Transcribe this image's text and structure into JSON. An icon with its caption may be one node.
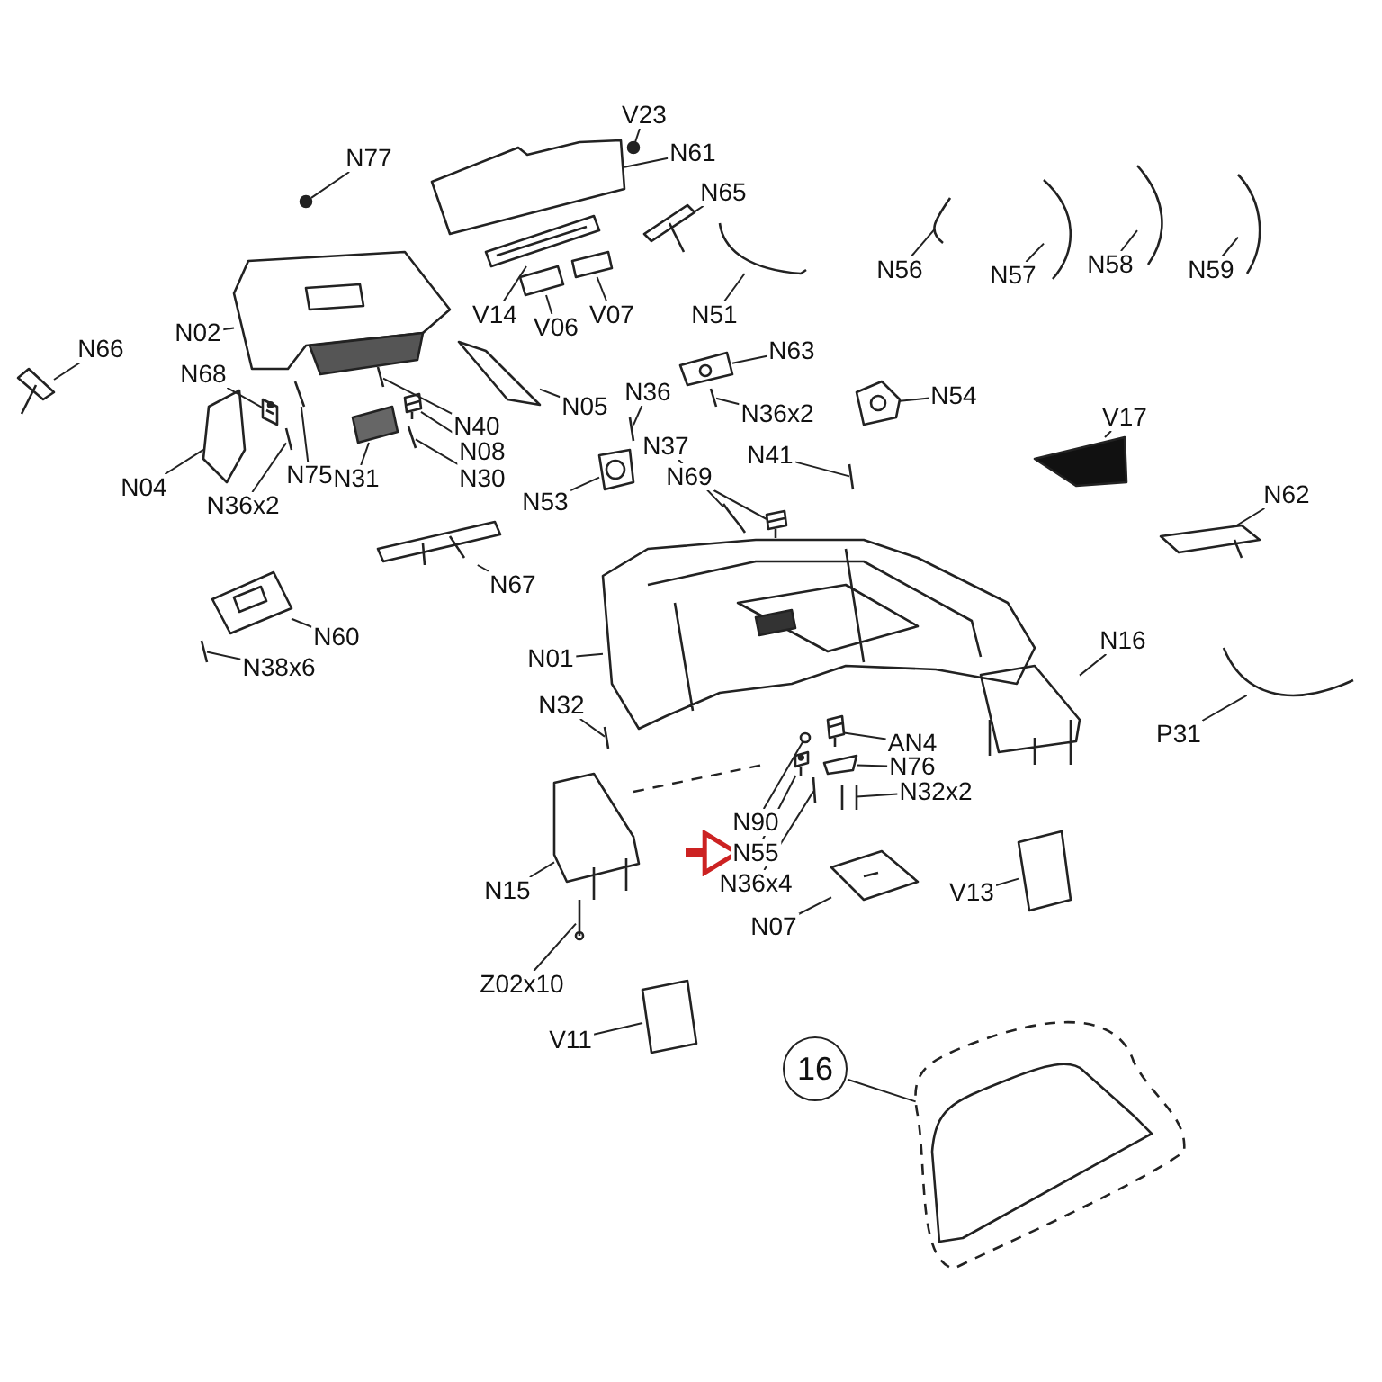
{
  "diagram": {
    "nodes": [
      {
        "text": [
          "V23"
        ]
      },
      {
        "text": [
          "N61"
        ]
      },
      {
        "text": [
          "N77"
        ]
      },
      {
        "text": [
          "N65"
        ]
      },
      {
        "text": [
          "N56"
        ]
      },
      {
        "text": [
          "N57"
        ]
      },
      {
        "text": [
          "N58"
        ]
      },
      {
        "text": [
          "N59"
        ]
      },
      {
        "text": [
          "N51"
        ]
      },
      {
        "text": [
          "V14"
        ]
      },
      {
        "text": [
          "V06"
        ]
      },
      {
        "text": [
          "V07"
        ]
      },
      {
        "text": [
          "N02"
        ]
      },
      {
        "text": [
          "N66"
        ]
      },
      {
        "text": [
          "N63"
        ]
      },
      {
        "text": [
          "N68"
        ]
      },
      {
        "text": [
          "N54"
        ]
      },
      {
        "text": [
          "N05"
        ]
      },
      {
        "text": [
          "N36x2"
        ]
      },
      {
        "text": [
          "N36"
        ]
      },
      {
        "text": [
          "V17"
        ]
      },
      {
        "text": [
          "N40"
        ]
      },
      {
        "text": [
          "N37"
        ]
      },
      {
        "text": [
          "N08"
        ]
      },
      {
        "text": [
          "N41"
        ]
      },
      {
        "text": [
          "N69"
        ]
      },
      {
        "text": [
          "N31"
        ]
      },
      {
        "text": [
          "N75"
        ]
      },
      {
        "text": [
          "N30"
        ]
      },
      {
        "text": [
          "N04"
        ]
      },
      {
        "text": [
          "N62"
        ]
      },
      {
        "text": [
          "N53"
        ]
      },
      {
        "text": [
          "N36x2"
        ]
      },
      {
        "text": [
          "N67"
        ]
      },
      {
        "text": [
          "N60"
        ]
      },
      {
        "text": [
          "N16"
        ]
      },
      {
        "text": [
          "N38x6"
        ]
      },
      {
        "text": [
          "N01"
        ]
      },
      {
        "text": [
          "N32"
        ]
      },
      {
        "text": [
          "P31"
        ]
      },
      {
        "text": [
          "AN4"
        ]
      },
      {
        "text": [
          "N76"
        ]
      },
      {
        "text": [
          "N32x2"
        ]
      },
      {
        "text": [
          "N90"
        ]
      },
      {
        "text": [
          "N55"
        ]
      },
      {
        "text": [
          "N36x4"
        ]
      },
      {
        "text": [
          "N15"
        ]
      },
      {
        "text": [
          "V13"
        ]
      },
      {
        "text": [
          "N07"
        ]
      },
      {
        "text": [
          "Z02x10"
        ]
      },
      {
        "text": [
          "V11"
        ]
      },
      {
        "text": [
          "16"
        ]
      },
      {
        "text": [],
        "shape": "picture"
      },
      {
        "text": [],
        "shape": "picture"
      },
      {
        "text": [],
        "shape": "picture"
      },
      {
        "text": [],
        "shape": "picture"
      },
      {
        "text": [],
        "shape": "picture"
      },
      {
        "text": [],
        "shape": "picture"
      },
      {
        "text": [],
        "shape": "picture"
      },
      {
        "text": [],
        "shape": "picture"
      },
      {
        "text": [],
        "shape": "picture"
      },
      {
        "text": [],
        "shape": "picture"
      },
      {
        "text": [],
        "shape": "picture"
      },
      {
        "text": [],
        "shape": "picture"
      },
      {
        "text": [],
        "shape": "picture"
      },
      {
        "text": [],
        "shape": "picture"
      },
      {
        "text": [],
        "shape": "picture"
      },
      {
        "text": [],
        "shape": "picture"
      },
      {
        "text": [],
        "shape": "picture"
      },
      {
        "text": [],
        "shape": "picture"
      },
      {
        "text": [],
        "shape": "picture"
      },
      {
        "text": [],
        "shape": "picture"
      },
      {
        "text": [],
        "shape": "picture"
      },
      {
        "text": [],
        "shape": "picture"
      },
      {
        "text": [],
        "shape": "picture"
      },
      {
        "text": [],
        "shape": "picture"
      },
      {
        "text": [],
        "shape": "picture"
      },
      {
        "text": [],
        "shape": "picture"
      },
      {
        "text": [],
        "shape": "picture"
      },
      {
        "text": [],
        "shape": "picture"
      },
      {
        "text": [],
        "shape": "picture"
      },
      {
        "text": [],
        "shape": "picture"
      },
      {
        "text": [],
        "shape": "picture"
      },
      {
        "text": [],
        "shape": "picture"
      },
      {
        "text": [],
        "shape": "picture"
      },
      {
        "text": [],
        "shape": "picture"
      },
      {
        "text": [],
        "shape": "picture"
      },
      {
        "text": [],
        "shape": "picture"
      },
      {
        "text": [],
        "shape": "picture"
      },
      {
        "text": [],
        "shape": "picture"
      },
      {
        "text": [],
        "shape": "picture"
      },
      {
        "text": [],
        "shape": "picture"
      },
      {
        "text": [],
        "shape": "picture"
      },
      {
        "text": [],
        "shape": "picture"
      },
      {
        "text": [],
        "shape": "picture"
      },
      {
        "text": [],
        "shape": "picture"
      },
      {
        "text": [],
        "shape": "picture"
      },
      {
        "text": [],
        "shape": "picture"
      },
      {
        "text": [],
        "shape": "picture"
      },
      {
        "text": [],
        "shape": "picture"
      },
      {
        "text": [],
        "shape": "picture"
      },
      {
        "text": [],
        "shape": "picture"
      },
      {
        "text": [],
        "shape": "picture"
      },
      {
        "text": [],
        "shape": "picture"
      }
    ],
    "edges": [
      {
        "from": 0,
        "to": 52,
        "arrow": "none"
      },
      {
        "from": 1,
        "to": 53,
        "arrow": "none"
      },
      {
        "from": 2,
        "to": 54,
        "arrow": "none"
      },
      {
        "from": 3,
        "to": 55,
        "arrow": "none"
      },
      {
        "from": 4,
        "to": 56,
        "arrow": "none"
      },
      {
        "from": 5,
        "to": 57,
        "arrow": "none"
      },
      {
        "from": 6,
        "to": 58,
        "arrow": "none"
      },
      {
        "from": 7,
        "to": 59,
        "arrow": "none"
      },
      {
        "from": 8,
        "to": 60,
        "arrow": "none"
      },
      {
        "from": 9,
        "to": 61,
        "arrow": "none"
      },
      {
        "from": 10,
        "to": 62,
        "arrow": "none"
      },
      {
        "from": 11,
        "to": 63,
        "arrow": "none"
      },
      {
        "from": 12,
        "to": 64,
        "arrow": "none"
      },
      {
        "from": 13,
        "to": 65,
        "arrow": "none"
      },
      {
        "from": 14,
        "to": 66,
        "arrow": "none"
      },
      {
        "from": 15,
        "to": 67,
        "arrow": "none"
      },
      {
        "from": 16,
        "to": 68,
        "arrow": "none"
      },
      {
        "from": 17,
        "to": 69,
        "arrow": "none"
      },
      {
        "from": 18,
        "to": 70,
        "arrow": "none"
      },
      {
        "from": 19,
        "to": 71,
        "arrow": "none"
      },
      {
        "from": 20,
        "to": 72,
        "arrow": "none"
      },
      {
        "from": 21,
        "to": 73,
        "arrow": "none"
      },
      {
        "from": 22,
        "to": 74,
        "arrow": "none"
      },
      {
        "from": 23,
        "to": 75,
        "arrow": "none"
      },
      {
        "from": 24,
        "to": 76,
        "arrow": "none"
      },
      {
        "from": 25,
        "to": 77,
        "arrow": "none"
      },
      {
        "from": 26,
        "to": 78,
        "arrow": "none"
      },
      {
        "from": 27,
        "to": 79,
        "arrow": "none"
      },
      {
        "from": 28,
        "to": 80,
        "arrow": "none"
      },
      {
        "from": 29,
        "to": 81,
        "arrow": "none"
      },
      {
        "from": 30,
        "to": 82,
        "arrow": "none"
      },
      {
        "from": 31,
        "to": 83,
        "arrow": "none"
      },
      {
        "from": 32,
        "to": 84,
        "arrow": "none"
      },
      {
        "from": 33,
        "to": 85,
        "arrow": "none"
      },
      {
        "from": 34,
        "to": 86,
        "arrow": "none"
      },
      {
        "from": 35,
        "to": 87,
        "arrow": "none"
      },
      {
        "from": 36,
        "to": 88,
        "arrow": "none"
      },
      {
        "from": 37,
        "to": 89,
        "arrow": "none"
      },
      {
        "from": 38,
        "to": 90,
        "arrow": "none"
      },
      {
        "from": 39,
        "to": 91,
        "arrow": "none"
      },
      {
        "from": 40,
        "to": 92,
        "arrow": "none"
      },
      {
        "from": 41,
        "to": 93,
        "arrow": "none"
      },
      {
        "from": 42,
        "to": 94,
        "arrow": "none"
      },
      {
        "from": 43,
        "to": 95,
        "arrow": "none"
      },
      {
        "from": 44,
        "to": 96,
        "arrow": "none"
      },
      {
        "from": 45,
        "to": 97,
        "arrow": "none"
      },
      {
        "from": 46,
        "to": 98,
        "arrow": "none"
      },
      {
        "from": 47,
        "to": 99,
        "arrow": "none"
      },
      {
        "from": 48,
        "to": 100,
        "arrow": "none"
      },
      {
        "from": 49,
        "to": 101,
        "arrow": "none"
      },
      {
        "from": 50,
        "to": 102,
        "arrow": "none"
      },
      {
        "from": 51,
        "to": 103,
        "arrow": "none"
      },
      {
        "from": null,
        "to": 44,
        "arrow": "to",
        "style": "thick",
        "color": "#cc2222"
      }
    ]
  }
}
